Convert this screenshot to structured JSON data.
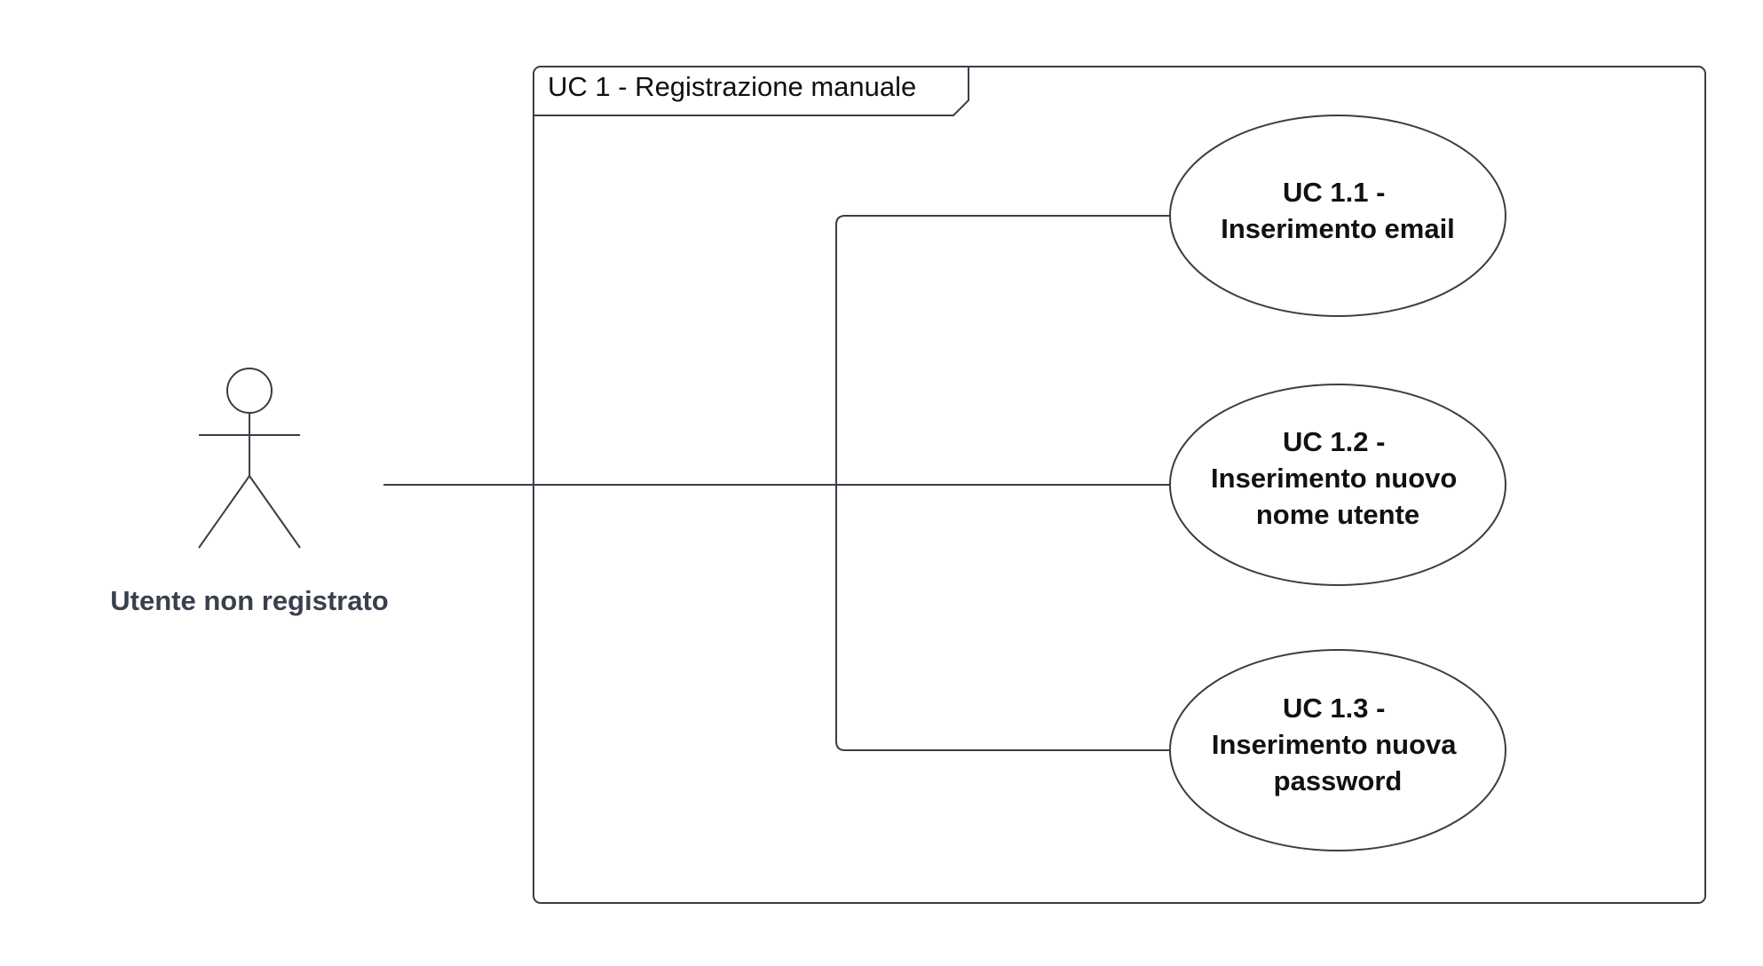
{
  "actor": {
    "label": "Utente non registrato"
  },
  "system": {
    "title": "UC 1 - Registrazione manuale"
  },
  "use_cases": [
    {
      "lines": [
        "UC 1.1 -",
        "Inserimento email"
      ]
    },
    {
      "lines": [
        "UC 1.2 -",
        "Inserimento nuovo",
        "nome utente"
      ]
    },
    {
      "lines": [
        "UC 1.3 -",
        "Inserimento nuova",
        "password"
      ]
    }
  ],
  "colors": {
    "stroke": "#3a3d47",
    "actor_label": "#3a3f4d",
    "text": "#111111",
    "background": "#ffffff"
  }
}
